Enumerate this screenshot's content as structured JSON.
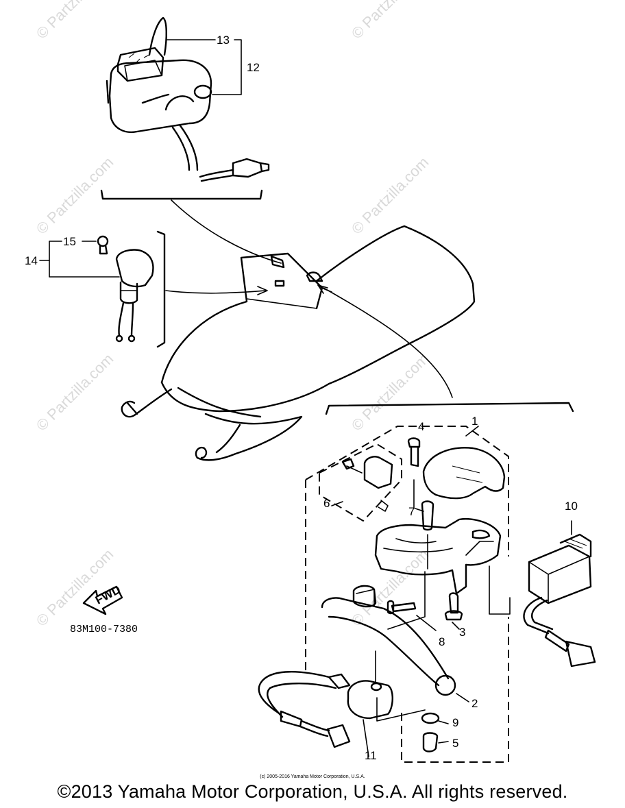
{
  "watermark": "© Partzilla.com",
  "diagram_code": "83M100-7380",
  "direction_arrow": "FWD",
  "callouts": {
    "c1": "1",
    "c2": "2",
    "c3": "3",
    "c4": "4",
    "c5": "5",
    "c6": "6",
    "c7": "7",
    "c8": "8",
    "c9": "9",
    "c10": "10",
    "c11": "11",
    "c12": "12",
    "c13": "13",
    "c14": "14",
    "c15": "15"
  },
  "footer": {
    "source_notice": "(c) 2005-2016 Yamaha Motor Corporation, U.S.A.",
    "copyright": "©2013 Yamaha Motor Corporation, U.S.A. All rights reserved."
  },
  "colors": {
    "ink": "#000000",
    "background": "#ffffff",
    "watermark": "#d9d9d9"
  }
}
